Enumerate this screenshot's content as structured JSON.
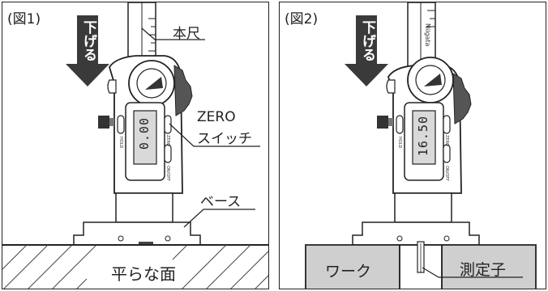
{
  "figure1": {
    "label": "(図1)",
    "direction": "下げる",
    "callouts": {
      "main_scale": "本尺",
      "zero_switch_line1": "ZERO",
      "zero_switch_line2": "スイッチ",
      "base": "ベース",
      "surface": "平らな面"
    },
    "display_value": "0.00",
    "buttons": {
      "hold": "HOLD",
      "zero": "ZERO",
      "onoff": "ON/OFF"
    }
  },
  "figure2": {
    "label": "(図2)",
    "direction": "下げる",
    "brand": "Niigata",
    "callouts": {
      "workpiece": "ワーク",
      "probe": "測定子"
    },
    "display_value": "16.50",
    "buttons": {
      "hold": "HOLD",
      "zero": "ZERO",
      "onoff": "ON/OFF"
    }
  },
  "colors": {
    "line": "#222222",
    "arrow": "#3a3a3a",
    "display": "#d9d9d9",
    "work": "#cfcfcf"
  }
}
